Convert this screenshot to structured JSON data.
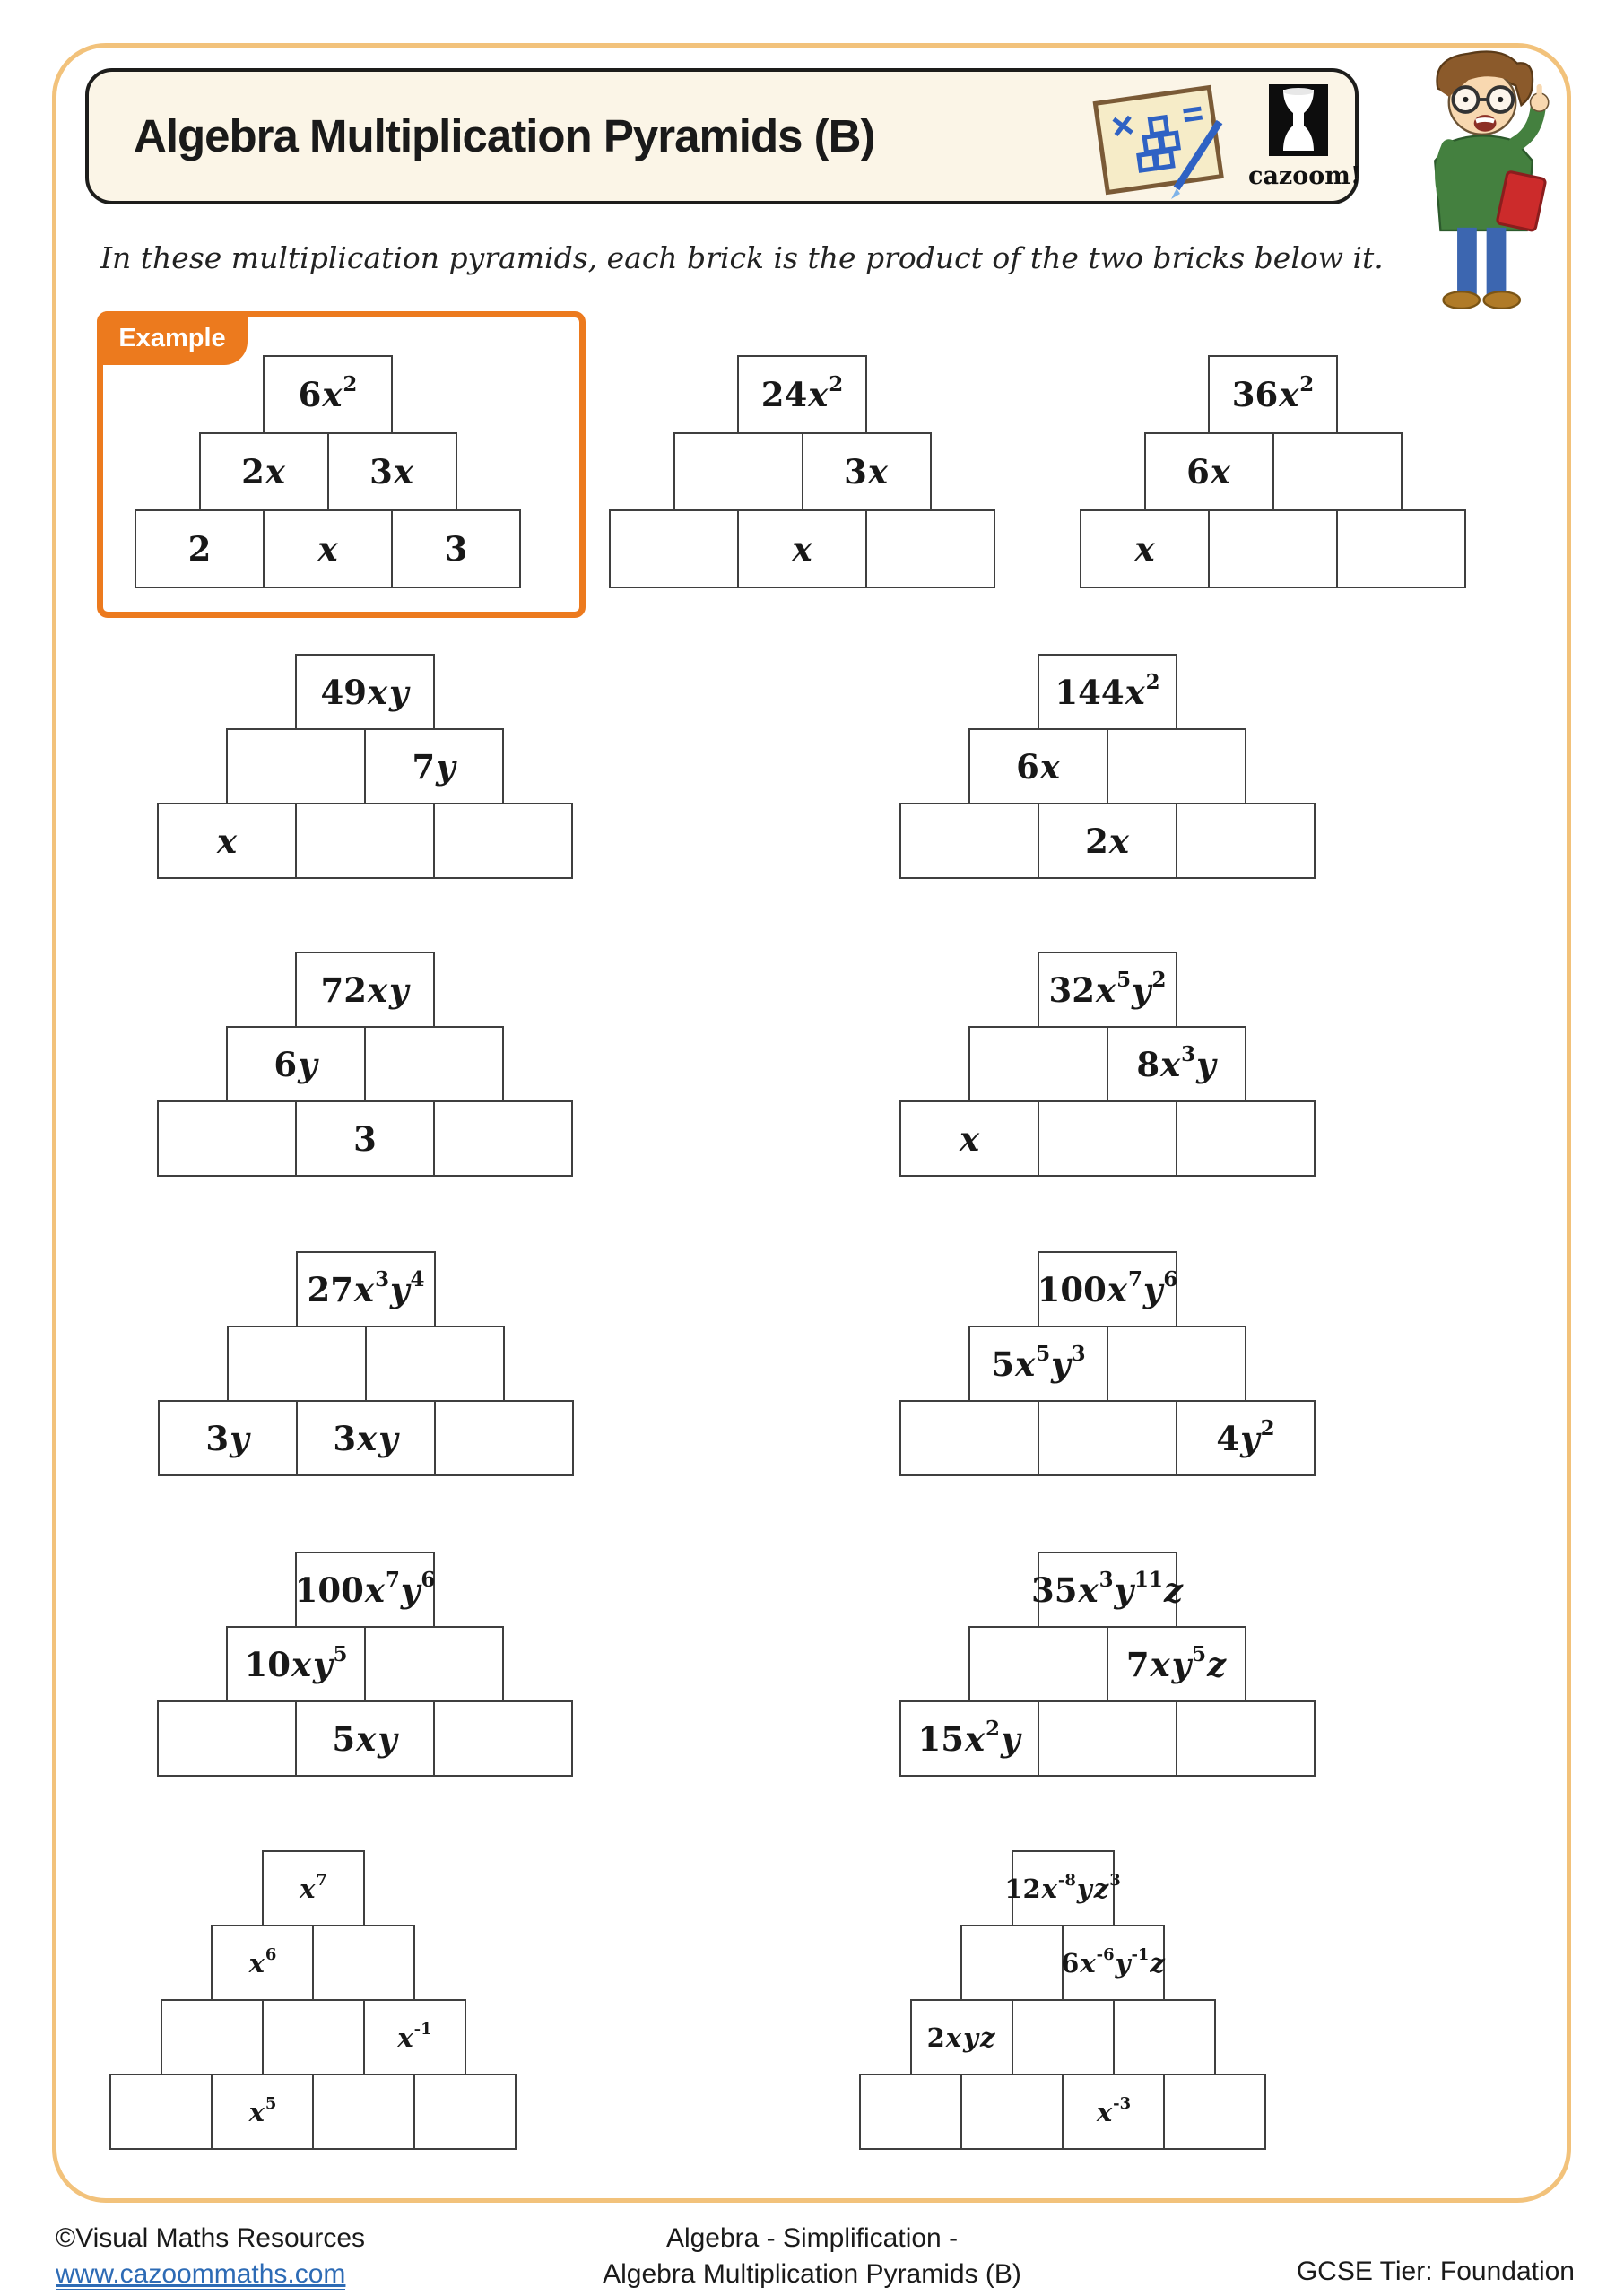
{
  "header": {
    "title": "Algebra Multiplication Pyramids (B)",
    "logo_text": "cazoom!"
  },
  "icons": {
    "note_icon": "worksheet-note-icon",
    "logo_icon": "cazoom-drum-icon",
    "teacher": "teacher-illustration"
  },
  "colors": {
    "accent_orange": "#EC7A1E",
    "page_border_tan": "#F2C27B",
    "title_box_cream": "#FBF5E7",
    "brick_border": "#3f3f3f",
    "link_blue": "#2d6bb5",
    "note_blue": "#2F62C4"
  },
  "instruction": "In these multiplication pyramids, each brick is the product of the two bricks below it.",
  "example_label": "Example",
  "pyramids": [
    {
      "rows": [
        [
          "6x²"
        ],
        [
          "2x",
          "3x"
        ],
        [
          "2",
          "x",
          "3"
        ]
      ]
    },
    {
      "rows": [
        [
          "24x²"
        ],
        [
          "",
          "3x"
        ],
        [
          "",
          "x",
          ""
        ]
      ]
    },
    {
      "rows": [
        [
          "36x²"
        ],
        [
          "6x",
          ""
        ],
        [
          "x",
          "",
          ""
        ]
      ]
    },
    {
      "rows": [
        [
          "49xy"
        ],
        [
          "",
          "7y"
        ],
        [
          "x",
          "",
          ""
        ]
      ]
    },
    {
      "rows": [
        [
          "144x²"
        ],
        [
          "6x",
          ""
        ],
        [
          "",
          "2x",
          ""
        ]
      ]
    },
    {
      "rows": [
        [
          "72xy"
        ],
        [
          "6y",
          ""
        ],
        [
          "",
          "3",
          ""
        ]
      ]
    },
    {
      "rows": [
        [
          "32x⁵y²"
        ],
        [
          "",
          "8x³y"
        ],
        [
          "x",
          "",
          ""
        ]
      ]
    },
    {
      "rows": [
        [
          "27x³y⁴"
        ],
        [
          "",
          ""
        ],
        [
          "3y",
          "3xy",
          ""
        ]
      ]
    },
    {
      "rows": [
        [
          "100x⁷y⁶"
        ],
        [
          "5x⁵y³",
          ""
        ],
        [
          "",
          "",
          "4y²"
        ]
      ]
    },
    {
      "rows": [
        [
          "100x⁷y⁶"
        ],
        [
          "10xy⁵",
          ""
        ],
        [
          "",
          "5xy",
          ""
        ]
      ]
    },
    {
      "rows": [
        [
          "35x³y¹¹z"
        ],
        [
          "",
          "7xy⁵z"
        ],
        [
          "15x²y",
          "",
          ""
        ]
      ]
    },
    {
      "rows": [
        [
          "x⁷"
        ],
        [
          "x⁶",
          ""
        ],
        [
          "",
          "",
          "x⁻¹"
        ],
        [
          "",
          "x⁵",
          "",
          ""
        ]
      ]
    },
    {
      "rows": [
        [
          "12x⁻⁸yz³"
        ],
        [
          "",
          "6x⁻⁶y⁻¹z"
        ],
        [
          "2xyz",
          "",
          ""
        ],
        [
          "",
          "",
          "x⁻³",
          ""
        ]
      ]
    }
  ],
  "footer": {
    "copyright": "©Visual Maths Resources",
    "website": "www.cazoommaths.com",
    "center_line1": "Algebra - Simplification -",
    "center_line2": "Algebra Multiplication Pyramids (B)",
    "tier": "GCSE Tier: Foundation"
  }
}
